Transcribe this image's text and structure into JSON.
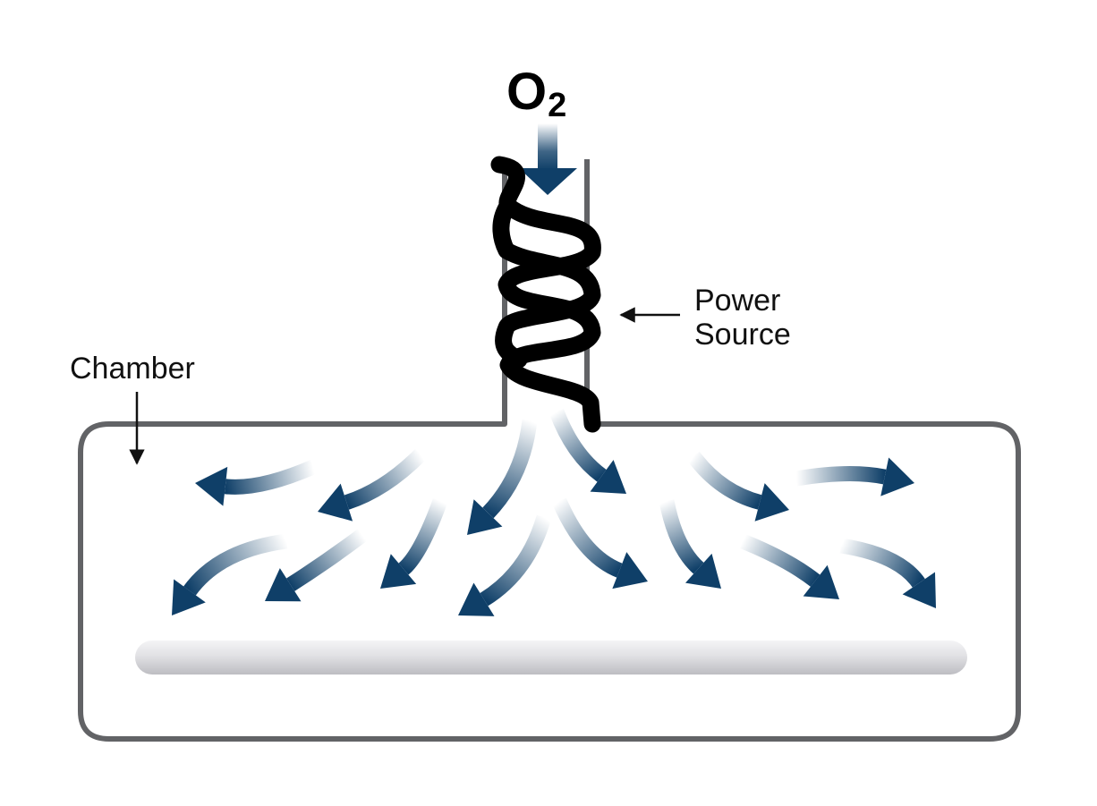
{
  "labels": {
    "gas": "O",
    "gas_subscript": "2",
    "power_source_line1": "Power",
    "power_source_line2": "Source",
    "chamber": "Chamber"
  },
  "colors": {
    "arrow_blue": "#0f3f68",
    "chamber_outline": "#626366",
    "coil": "#000000",
    "substrate_light": "#f2f2f4",
    "substrate_dark": "#c4c4c8"
  },
  "icons": {
    "inflow": "down-arrow-icon",
    "flow": "curved-arrow-icon",
    "pointer": "left-arrow-icon"
  }
}
